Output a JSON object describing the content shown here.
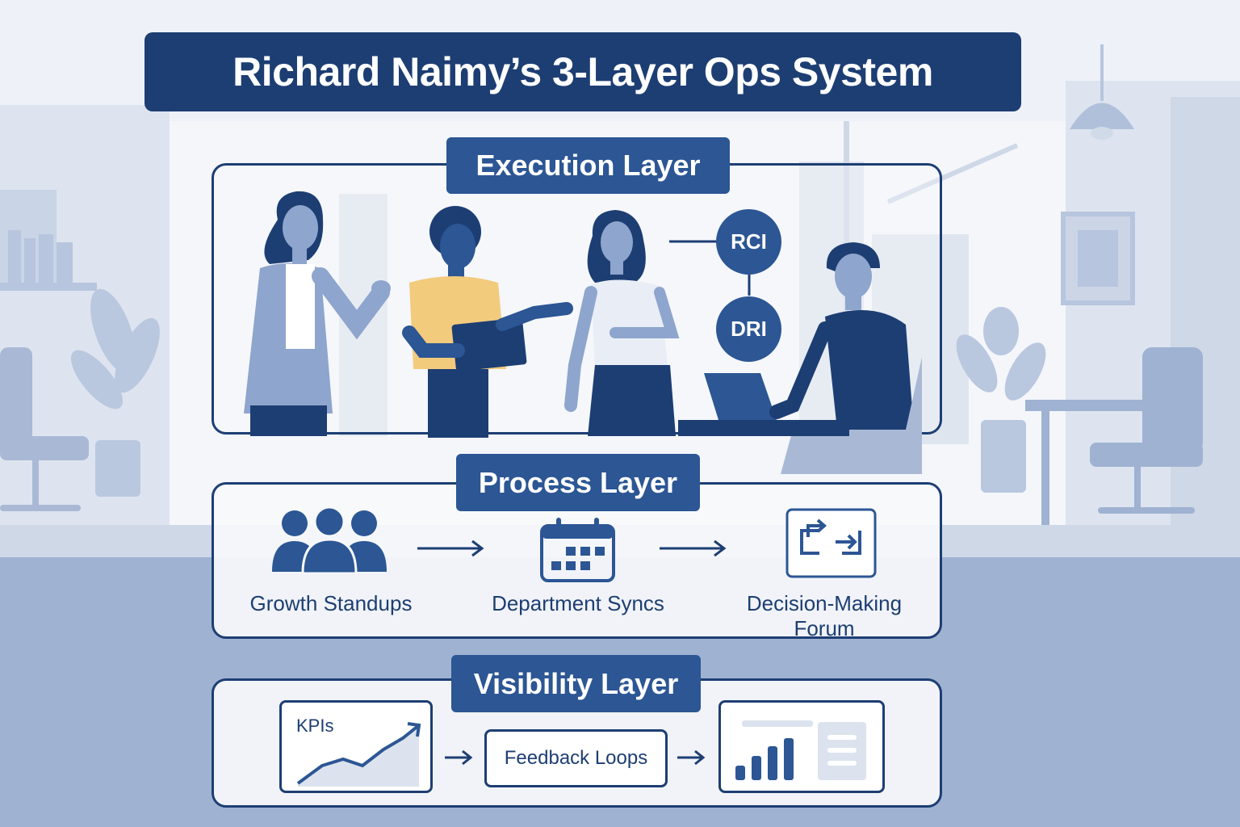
{
  "title": "Richard Naimy’s 3-Layer Ops System",
  "layers": {
    "execution": {
      "label": "Execution Layer",
      "badges": [
        "RCI",
        "DRI"
      ]
    },
    "process": {
      "label": "Process Layer",
      "steps": [
        "Growth Standups",
        "Department Syncs",
        "Decision-Making Forum"
      ]
    },
    "visibility": {
      "label": "Visibility Layer",
      "kpi_label": "KPIs",
      "feedback_label": "Feedback Loops"
    }
  },
  "icons": {
    "team": "team-icon",
    "calendar": "calendar-icon",
    "forum": "decision-forum-icon",
    "trend": "trend-chart-icon",
    "dashboard": "dashboard-icon"
  },
  "colors": {
    "primary": "#1d3e73",
    "label_bg": "#2c5694",
    "background": "#eef1f7",
    "accent_yellow": "#f3cb7d",
    "soft_blue": "#8ea5cd"
  }
}
